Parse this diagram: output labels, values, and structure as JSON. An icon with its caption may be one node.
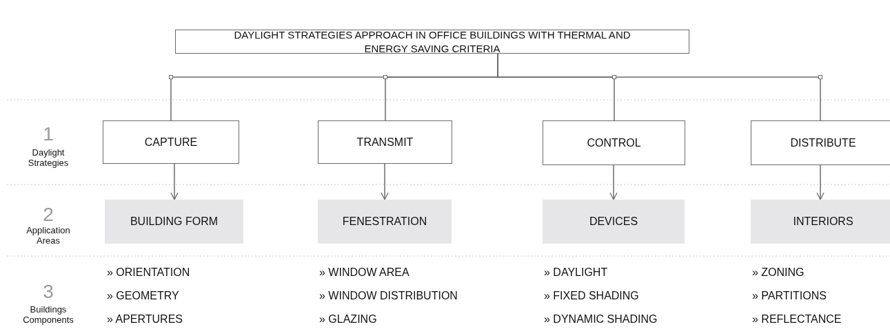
{
  "diagram": {
    "nodes": [
      {
        "text": [
          "DAYLIGHT STRATEGIES APPROACH IN OFFICE BUILDINGS WITH THERMAL AND ENERGY SAVING CRITERIA"
        ]
      },
      {
        "text": [
          "CAPTURE"
        ]
      },
      {
        "text": [
          "TRANSMIT"
        ]
      },
      {
        "text": [
          "CONTROL"
        ]
      },
      {
        "text": [
          "DISTRIBUTE"
        ]
      },
      {
        "text": [
          "BUILDING FORM"
        ]
      },
      {
        "text": [
          "FENESTRATION"
        ]
      },
      {
        "text": [
          "DEVICES"
        ]
      },
      {
        "text": [
          "INTERIORS"
        ]
      }
    ],
    "edges": [
      {
        "from": 0,
        "to": 1,
        "arrow": "none"
      },
      {
        "from": 0,
        "to": 2,
        "arrow": "none"
      },
      {
        "from": 0,
        "to": 3,
        "arrow": "none"
      },
      {
        "from": 0,
        "to": 4,
        "arrow": "none"
      },
      {
        "from": 1,
        "to": 5,
        "arrow": "to"
      },
      {
        "from": 2,
        "to": 6,
        "arrow": "to"
      },
      {
        "from": 3,
        "to": 7,
        "arrow": "to"
      },
      {
        "from": 4,
        "to": 8,
        "arrow": "to"
      }
    ],
    "labels": [
      "1",
      "Daylight Strategies",
      "2",
      "Application Areas",
      "» ORIENTATION",
      "» WINDOW AREA",
      "» DAYLIGHT",
      "» ZONING",
      "3",
      "Buildings Components",
      "» GEOMETRY",
      "» WINDOW DISTRIBUTION",
      "» FIXED SHADING",
      "» PARTITIONS",
      "» APERTURES",
      "» GLAZING",
      "» DYNAMIC SHADING",
      "» REFLECTANCE"
    ]
  }
}
